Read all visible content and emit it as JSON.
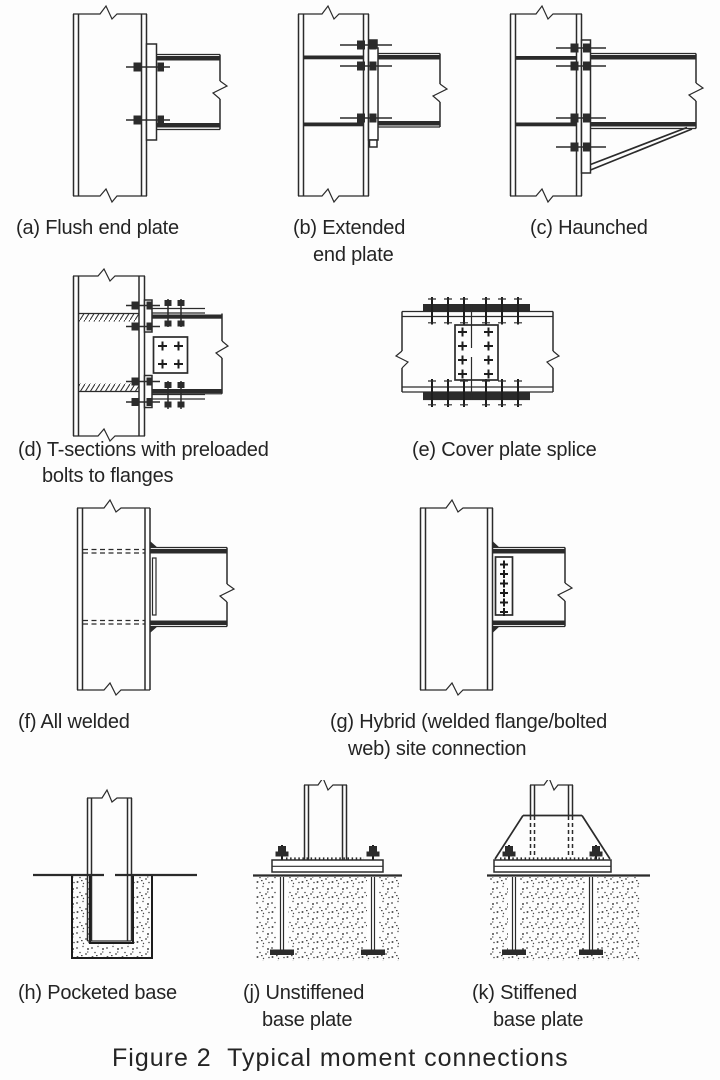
{
  "figure": {
    "caption": "Figure 2  Typical moment connections"
  },
  "panels": {
    "a": {
      "label_lines": [
        "(a) Flush end plate"
      ]
    },
    "b": {
      "label_lines": [
        "(b) Extended",
        "end plate"
      ]
    },
    "c": {
      "label_lines": [
        "(c) Haunched"
      ]
    },
    "d": {
      "label_lines": [
        "(d) T-sections with preloaded",
        "bolts to flanges"
      ]
    },
    "e": {
      "label_lines": [
        "(e) Cover plate splice"
      ]
    },
    "f": {
      "label_lines": [
        "(f) All welded"
      ]
    },
    "g": {
      "label_lines": [
        "(g) Hybrid (welded flange/bolted",
        "web) site connection"
      ]
    },
    "h": {
      "label_lines": [
        "(h) Pocketed base"
      ]
    },
    "j": {
      "label_lines": [
        "(j) Unstiffened",
        "base plate"
      ]
    },
    "k": {
      "label_lines": [
        "(k) Stiffened",
        "base plate"
      ]
    }
  },
  "colors": {
    "line": "#2b2b2b",
    "text": "#242424",
    "background": "#fdfdfd"
  }
}
